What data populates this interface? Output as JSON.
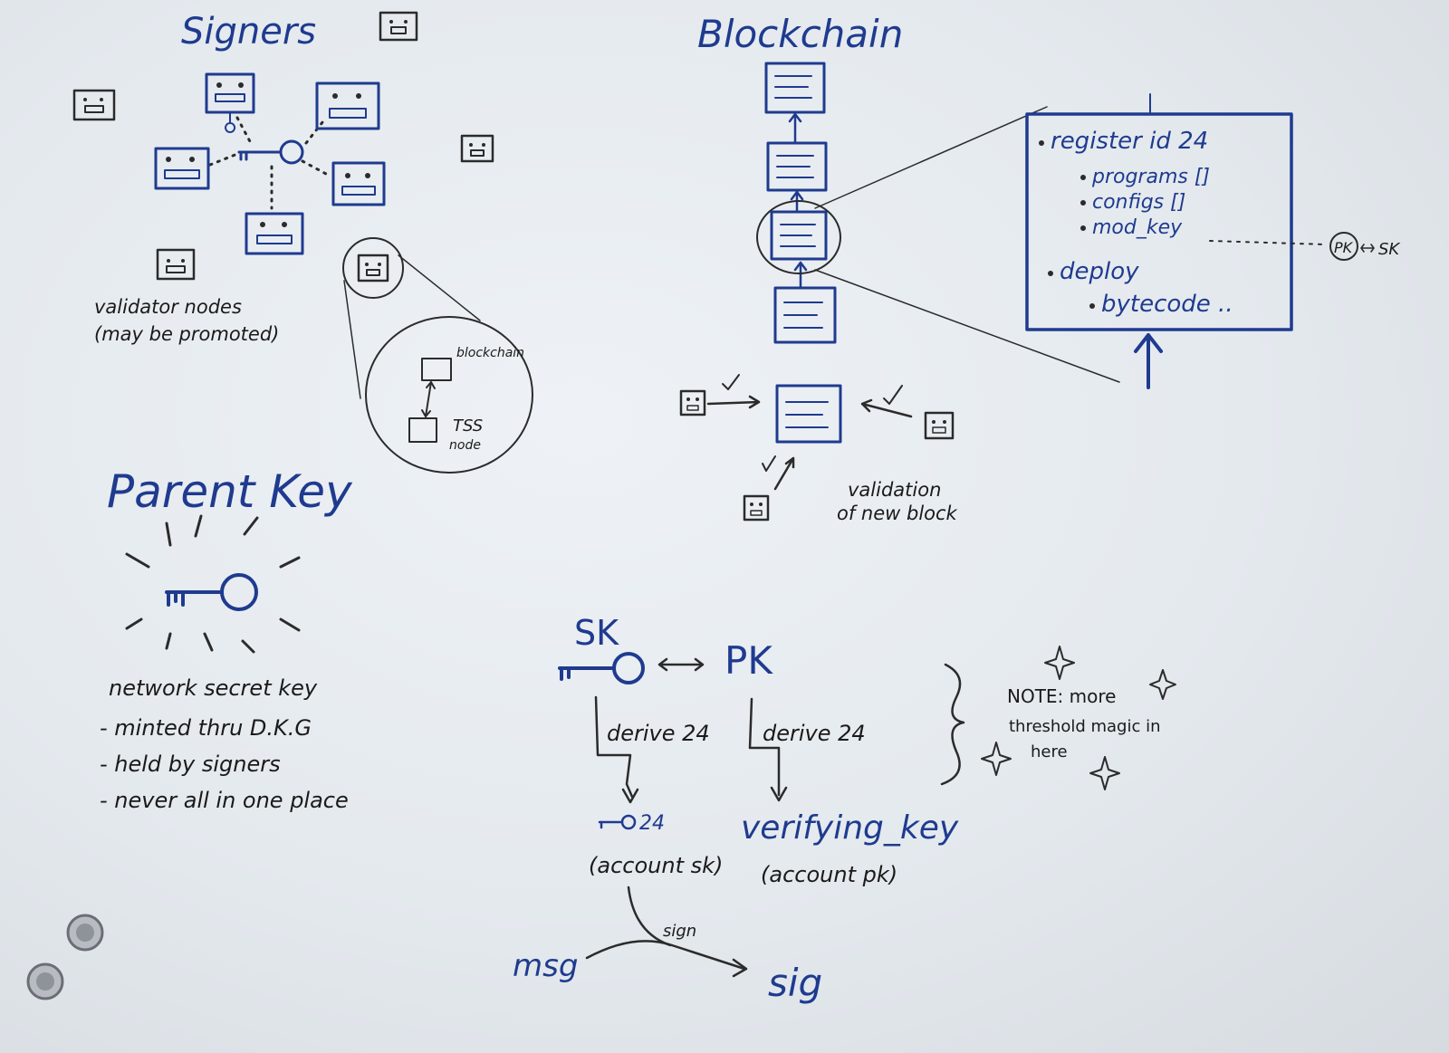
{
  "signers": {
    "title": "Signers",
    "caption_line1": "validator nodes",
    "caption_line2": "(may be promoted)",
    "zoom_label_blockchain": "blockchain",
    "zoom_label_tss": "TSS",
    "zoom_label_node": "node"
  },
  "blockchain": {
    "title": "Blockchain",
    "detail_lines": [
      "register id 24",
      "programs []",
      "configs []",
      "mod_key",
      "deploy",
      "bytecode .."
    ],
    "pk_label": "PK",
    "sk_label": "SK",
    "validation_line1": "validation",
    "validation_line2": "of new block"
  },
  "parent_key": {
    "title": "Parent Key",
    "line1": "network secret key",
    "line2": "- minted thru D.K.G",
    "line3": "- held by signers",
    "line4": "- never all in one place"
  },
  "derivation": {
    "sk": "SK",
    "pk": "PK",
    "derive_left": "derive 24",
    "derive_right": "derive 24",
    "key_24": "24",
    "account_sk": "(account sk)",
    "verifying_key": "verifying_key",
    "account_pk": "(account pk)",
    "sign": "sign",
    "msg": "msg",
    "sig": "sig"
  },
  "note": {
    "line1": "NOTE: more",
    "line2": "threshold magic in",
    "line3": "here"
  },
  "colors": {
    "marker_blue": "#1f3b8f",
    "marker_black": "#2b2b2b",
    "whiteboard": "#e6eaee"
  }
}
